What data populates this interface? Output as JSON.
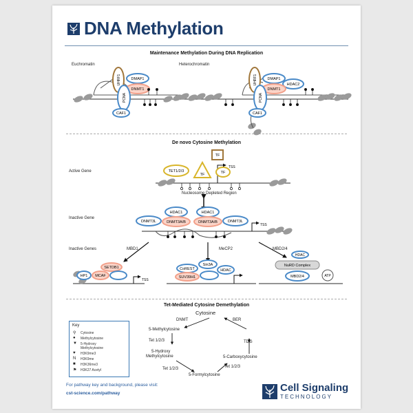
{
  "title": "DNA Methylation",
  "sections": {
    "maintenance": "Maintenance Methylation During DNA Replication",
    "denovo": "De novo Cytosine Methylation",
    "tet": "Tet-Mediated Cytosine Demethylation"
  },
  "labels": {
    "euchromatin": "Euchromatin",
    "heterochromatin": "Heterochromatin",
    "active_gene": "Active Gene",
    "inactive_gene": "Inactive Gene",
    "inactive_genes": "Inactive Genes",
    "mbd1": "MBD1",
    "mecp2": "MeCP2",
    "mbd24": "MBD2/4",
    "ndr": "Nucleosome Depleted Region",
    "tss": "TSS"
  },
  "proteins": {
    "uhrf1": "UHRF1",
    "dmap1": "DMAP1",
    "dnmt1": "DNMT1",
    "pcna": "PCNA",
    "caf1": "CAF1",
    "hdac2": "HDAC2",
    "tet123": "TET1/2/3",
    "tf": "TF",
    "hdac1": "HDAC1",
    "dnmt3l": "DNMT3L",
    "dnmt3ab": "DNMT3A/B",
    "setdb1": "SETDB1",
    "hp1": "HP1",
    "mcaf": "MCAF",
    "corest": "CoREST",
    "sin3a": "Sin3A",
    "hdac": "HDAC",
    "suv39h1": "SUV39H1",
    "nurd": "NuRD Complex",
    "mbd24": "MBD2/4",
    "atp": "ATP"
  },
  "tet_cycle": {
    "cytosine": "Cytosine",
    "dnmt": "DNMT",
    "five_mc": "5-Methylcytosine",
    "tet_a": "Tet 1/2/3",
    "five_hmc_1": "5-Hydroxy",
    "five_hmc_2": "Methylcytosine",
    "tet_b": "Tet 1/2/3",
    "five_fc": "5-Formylcytosine",
    "tet_c": "Tet 1/2/3",
    "five_cac": "5-Carboxycytosine",
    "tdg": "TDG",
    "ber": "BER"
  },
  "key": {
    "title": "Key",
    "items": [
      "Cytosine",
      "Methylcytosine",
      "5-Hydroxy",
      "Methylcytosine",
      "H3K9me3",
      "H3K9me",
      "H3K36me3",
      "H3K27 Acetyl"
    ]
  },
  "footer": {
    "line1": "For pathway key and background, please visit:",
    "url": "cst-science.com/pathway"
  },
  "logo": {
    "line1": "Cell Signaling",
    "line2": "TECHNOLOGY"
  },
  "colors": {
    "title_blue": "#1d3d6b",
    "protein_blue": "#4a8ac8",
    "protein_salmon": "#f2a08a",
    "protein_brown": "#a0763a",
    "protein_yellow": "#d8b52a",
    "nucleosome_grey": "#9a9a9a"
  }
}
